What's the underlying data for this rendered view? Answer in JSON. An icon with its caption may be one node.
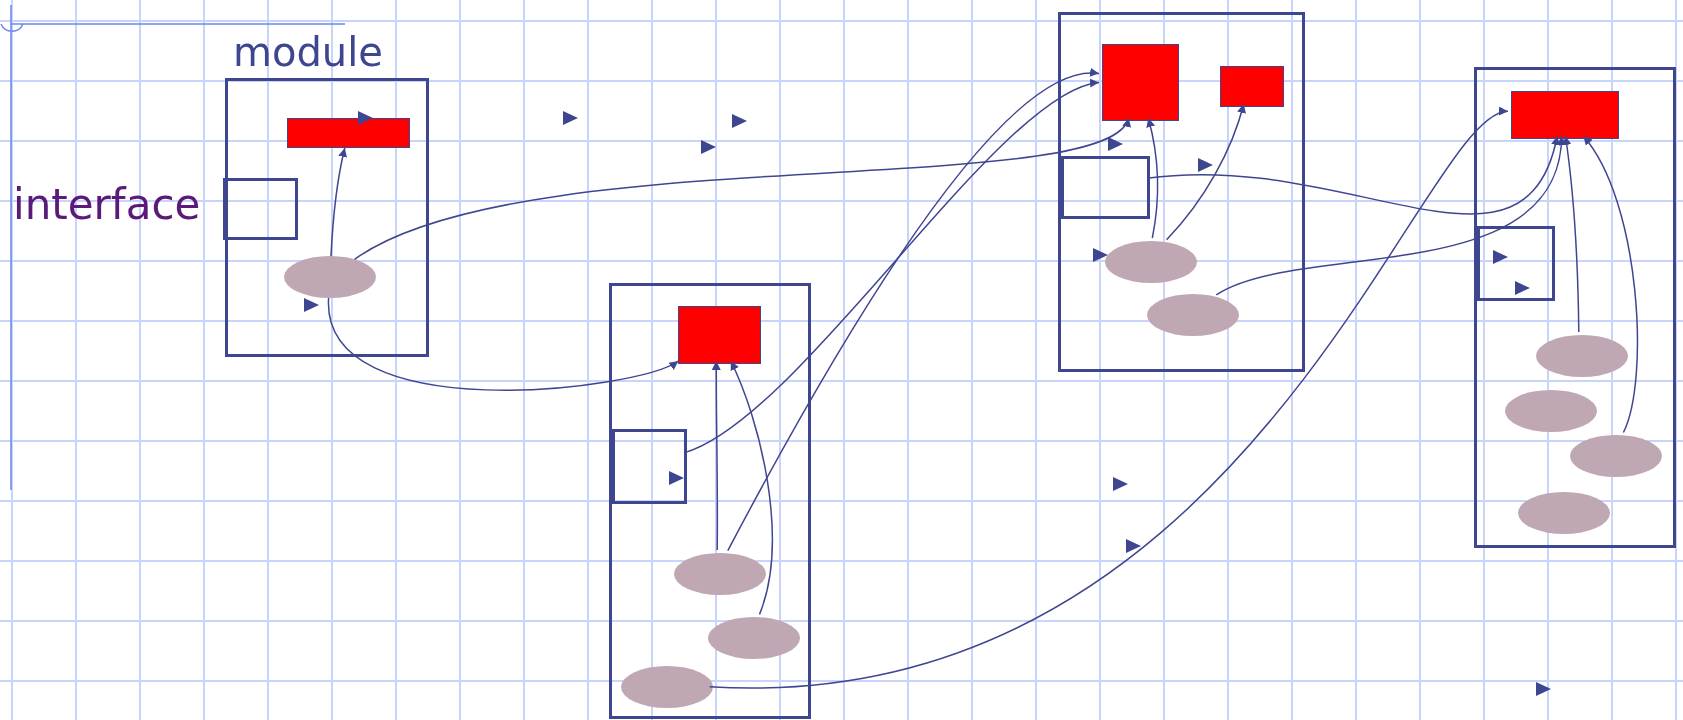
{
  "diagram": {
    "nodes": [
      {
        "text": [
          "module"
        ]
      },
      {
        "text": [],
        "shape": "box",
        "in": 0
      },
      {
        "text": [
          "interface"
        ],
        "in": 0
      },
      {
        "text": [],
        "shape": "ellipse",
        "in": 0
      },
      {
        "text": [],
        "shape": "box"
      },
      {
        "text": [],
        "shape": "box",
        "in": 4
      },
      {
        "text": [],
        "shape": "box",
        "in": 4
      },
      {
        "text": [],
        "shape": "ellipse",
        "in": 4
      },
      {
        "text": [],
        "shape": "ellipse",
        "in": 4
      },
      {
        "text": [],
        "shape": "ellipse",
        "in": 4
      },
      {
        "text": [],
        "shape": "box"
      },
      {
        "text": [],
        "shape": "box",
        "in": 10
      },
      {
        "text": [],
        "shape": "box",
        "in": 10
      },
      {
        "text": [],
        "shape": "box",
        "in": 10
      },
      {
        "text": [],
        "shape": "ellipse",
        "in": 10
      },
      {
        "text": [],
        "shape": "ellipse",
        "in": 10
      },
      {
        "text": [],
        "shape": "box"
      },
      {
        "text": [],
        "shape": "box",
        "in": 16
      },
      {
        "text": [],
        "shape": "box",
        "in": 16
      },
      {
        "text": [],
        "shape": "ellipse",
        "in": 16
      },
      {
        "text": [],
        "shape": "ellipse",
        "in": 16
      },
      {
        "text": [],
        "shape": "ellipse",
        "in": 16
      },
      {
        "text": [],
        "shape": "ellipse",
        "in": 16
      }
    ],
    "edges": [
      {
        "from": 3,
        "to": 1,
        "arrow": "to"
      },
      {
        "from": 3,
        "to": 11,
        "arrow": "to"
      },
      {
        "from": 3,
        "to": 5,
        "arrow": "to"
      },
      {
        "from": 6,
        "to": 11,
        "arrow": "to"
      },
      {
        "from": 7,
        "to": 5,
        "arrow": "to"
      },
      {
        "from": 8,
        "to": 5,
        "arrow": "to"
      },
      {
        "from": 7,
        "to": 11,
        "arrow": "to"
      },
      {
        "from": 14,
        "to": 11,
        "arrow": "to"
      },
      {
        "from": 14,
        "to": 12,
        "arrow": "to"
      },
      {
        "from": 13,
        "to": 17,
        "arrow": "to"
      },
      {
        "from": 15,
        "to": 17,
        "arrow": "to"
      },
      {
        "from": 9,
        "to": 17,
        "arrow": "to"
      },
      {
        "from": 19,
        "to": 17,
        "arrow": "to"
      },
      {
        "from": 21,
        "to": 17,
        "arrow": "to"
      }
    ]
  }
}
